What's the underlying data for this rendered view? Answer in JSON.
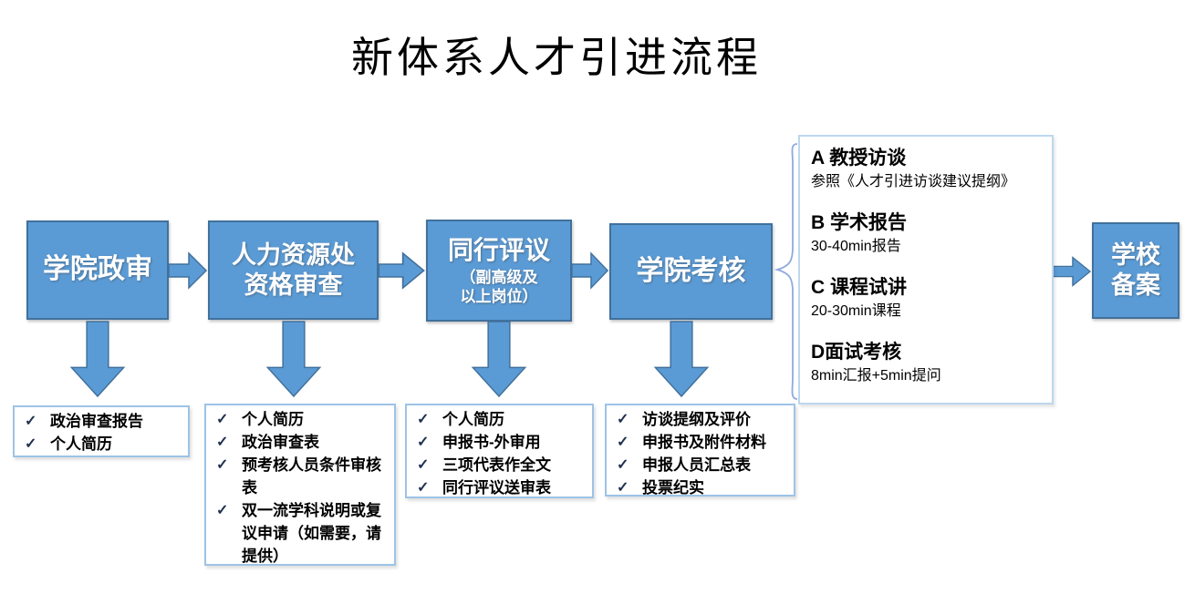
{
  "title": "新体系人才引进流程",
  "glyphs": {
    "check": "✓"
  },
  "colors": {
    "stage_fill": "#5b9bd5",
    "stage_border": "#41719c",
    "note_border": "#9dc3e6",
    "panel_border": "#bdd7ee",
    "check_color": "#1f3050",
    "stage_text": "#ffffff",
    "body_text": "#000000"
  },
  "stages": [
    {
      "label": "学院政审"
    },
    {
      "label": "人力资源处\n资格审查"
    },
    {
      "label": "同行评议",
      "sub": "（副高级及\n以上岗位）"
    },
    {
      "label": "学院考核"
    },
    {
      "label": "学校\n备案"
    }
  ],
  "assessment_panel": {
    "items": [
      {
        "heading": "A 教授访谈",
        "detail": "参照《人才引进访谈建议提纲》"
      },
      {
        "heading": "B 学术报告",
        "detail": "30-40min报告"
      },
      {
        "heading": "C 课程试讲",
        "detail": "20-30min课程"
      },
      {
        "heading": "D面试考核",
        "detail": "8min汇报+5min提问"
      }
    ]
  },
  "checklists": [
    {
      "items": [
        "政治审查报告",
        "个人简历"
      ]
    },
    {
      "items": [
        "个人简历",
        "政治审查表",
        "预考核人员条件审核表",
        "双一流学科说明或复议申请（如需要，请提供）"
      ]
    },
    {
      "items": [
        "个人简历",
        "申报书-外审用",
        "三项代表作全文",
        "同行评议送审表"
      ]
    },
    {
      "items": [
        "访谈提纲及评价",
        "申报书及附件材料",
        "申报人员汇总表",
        "投票纪实"
      ]
    }
  ]
}
